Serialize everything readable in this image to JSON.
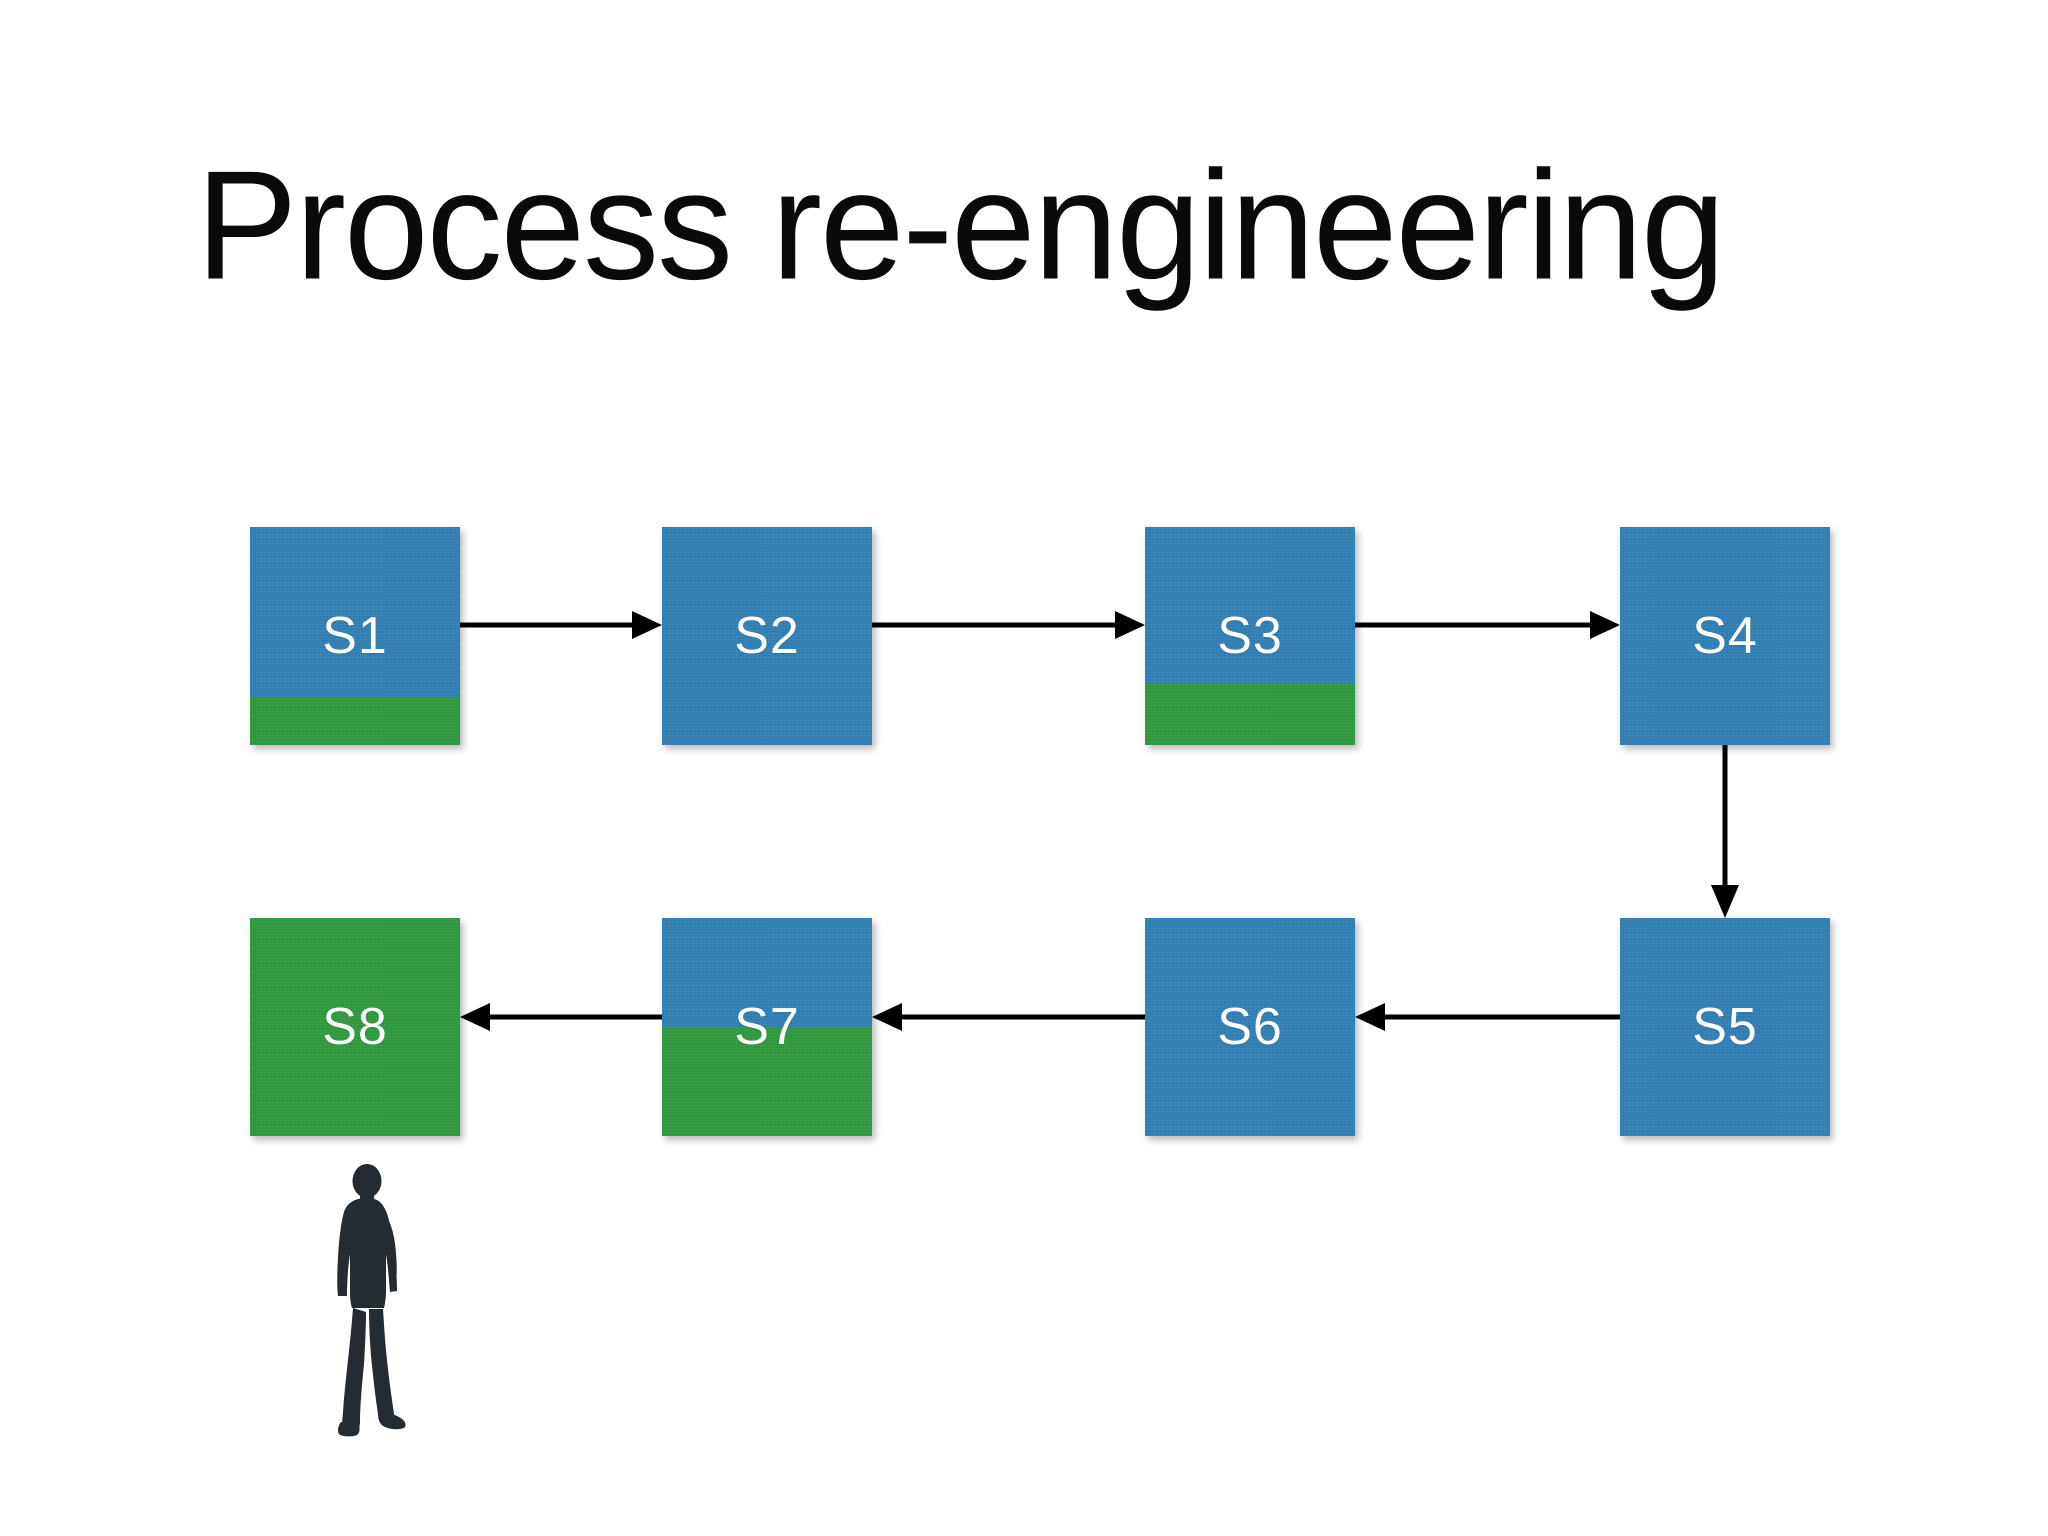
{
  "slide": {
    "title": "Process re-engineering",
    "background_color": "#ffffff"
  },
  "palette": {
    "blue": "#3180B5",
    "green": "#2F9B3E",
    "label_text": "#ffffff",
    "title_text": "#0a0a0a",
    "arrow": "#000000",
    "silhouette": "#242b31"
  },
  "diagram": {
    "type": "flowchart",
    "rows": 2,
    "nodes": [
      {
        "id": "S1",
        "label": "S1",
        "row": 1,
        "col": 1,
        "top_color": "#3180B5",
        "bottom_color": "#2F9B3E",
        "green_share_pct": 22
      },
      {
        "id": "S2",
        "label": "S2",
        "row": 1,
        "col": 2,
        "top_color": "#3180B5",
        "bottom_color": "#3180B5",
        "green_share_pct": 0
      },
      {
        "id": "S3",
        "label": "S3",
        "row": 1,
        "col": 3,
        "top_color": "#3180B5",
        "bottom_color": "#2F9B3E",
        "green_share_pct": 28
      },
      {
        "id": "S4",
        "label": "S4",
        "row": 1,
        "col": 4,
        "top_color": "#3180B5",
        "bottom_color": "#3180B5",
        "green_share_pct": 0
      },
      {
        "id": "S8",
        "label": "S8",
        "row": 2,
        "col": 1,
        "top_color": "#2F9B3E",
        "bottom_color": "#2F9B3E",
        "green_share_pct": 100
      },
      {
        "id": "S7",
        "label": "S7",
        "row": 2,
        "col": 2,
        "top_color": "#3180B5",
        "bottom_color": "#2F9B3E",
        "green_share_pct": 50
      },
      {
        "id": "S6",
        "label": "S6",
        "row": 2,
        "col": 3,
        "top_color": "#3180B5",
        "bottom_color": "#3180B5",
        "green_share_pct": 0
      },
      {
        "id": "S5",
        "label": "S5",
        "row": 2,
        "col": 4,
        "top_color": "#3180B5",
        "bottom_color": "#3180B5",
        "green_share_pct": 0
      }
    ],
    "edges": [
      {
        "from": "S1",
        "to": "S2",
        "direction": "right"
      },
      {
        "from": "S2",
        "to": "S3",
        "direction": "right"
      },
      {
        "from": "S3",
        "to": "S4",
        "direction": "right"
      },
      {
        "from": "S4",
        "to": "S5",
        "direction": "down"
      },
      {
        "from": "S5",
        "to": "S6",
        "direction": "left"
      },
      {
        "from": "S6",
        "to": "S7",
        "direction": "left"
      },
      {
        "from": "S7",
        "to": "S8",
        "direction": "left"
      }
    ]
  },
  "figure": {
    "name": "person-silhouette",
    "description": "standing person silhouette"
  }
}
